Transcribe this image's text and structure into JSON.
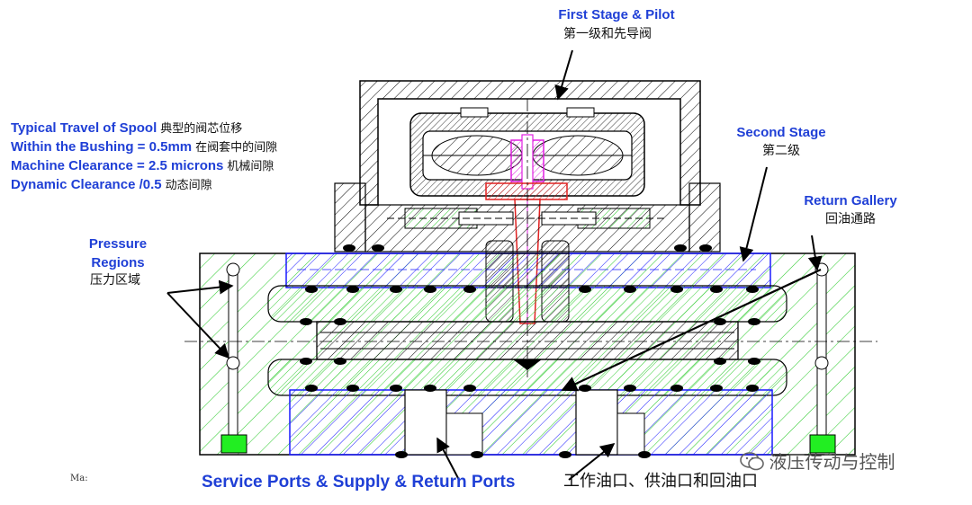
{
  "labels": {
    "first_stage_en": "First Stage & Pilot",
    "first_stage_zh": "第一级和先导阀",
    "second_stage_en": "Second Stage",
    "second_stage_zh": "第二级",
    "return_gallery_en": "Return Gallery",
    "return_gallery_zh": "回油通路",
    "pressure_en_1": "Pressure",
    "pressure_en_2": "Regions",
    "pressure_zh": "压力区域",
    "bottom_en": "Service Ports & Supply & Return Ports",
    "bottom_zh": "工作油口、供油口和回油口",
    "corner_fragment": "Ma:"
  },
  "travel_notes": [
    {
      "en": "Typical Travel of Spool",
      "zh": "典型的阀芯位移"
    },
    {
      "en": "Within the Bushing = 0.5mm",
      "zh": "在阀套中的间隙"
    },
    {
      "en": "Machine Clearance = 2.5 microns",
      "zh": "机械间隙"
    },
    {
      "en": "Dynamic Clearance /0.5",
      "zh": "动态间隙"
    }
  ],
  "watermark": {
    "icon": "wechat-icon",
    "text": "液压传动与控制"
  },
  "colors": {
    "label_blue": "#1f3fd6",
    "outline_blue": "#1a1aff",
    "hatch_green": "#33cc33",
    "pilot_magenta": "#e020e0",
    "pilot_red": "#e02020",
    "seal_black": "#000000"
  }
}
